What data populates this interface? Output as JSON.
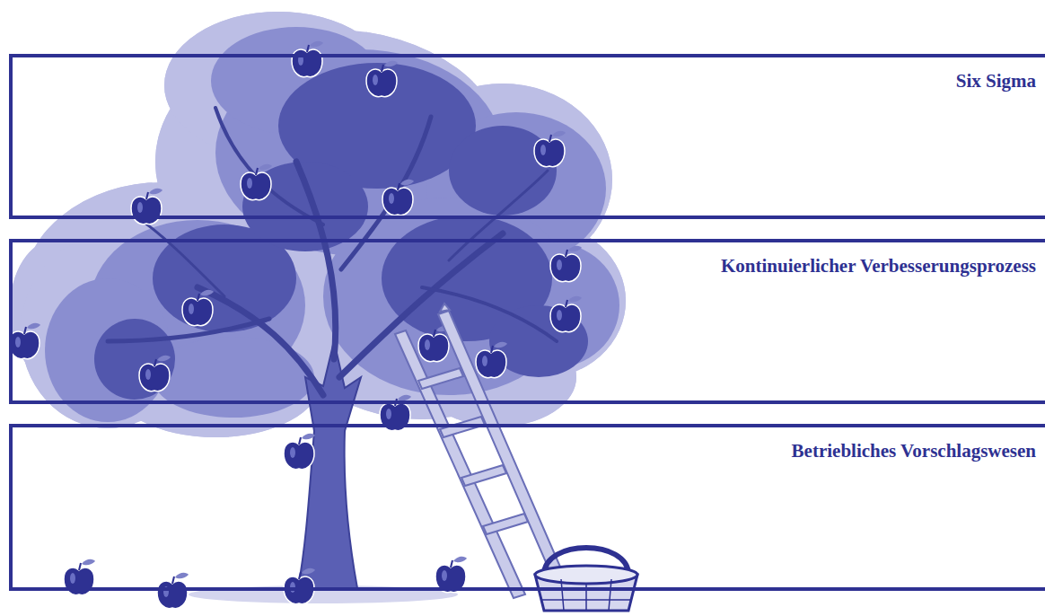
{
  "diagram": {
    "nodes": [
      {
        "text": [
          "Six Sigma"
        ]
      },
      {
        "text": [
          "Kontinuierlicher Verbesserungsprozess"
        ]
      },
      {
        "text": [
          "Betriebliches Vorschlagswesen"
        ]
      }
    ]
  }
}
